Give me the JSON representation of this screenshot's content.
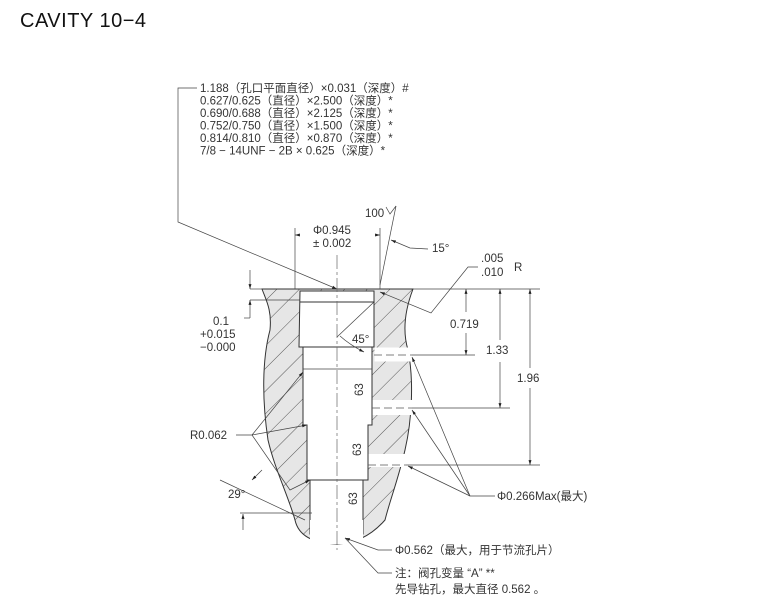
{
  "title": "CAVITY 10−4",
  "notes": [
    "1.188（孔口平面直径）×0.031（深度）#",
    "0.627/0.625（直径）×2.500（深度）*",
    "0.690/0.688（直径）×2.125（深度）*",
    "0.752/0.750（直径）×1.500（深度）*",
    "0.814/0.810（直径）×0.870（深度）*",
    "7/8 − 14UNF − 2B × 0.625（深度）*"
  ],
  "dims": {
    "surface_finish_top": "100",
    "angle_15": "15°",
    "dia_0945": "Φ0.945",
    "tol_0945": "± 0.002",
    "radius_a": ".005",
    "radius_b": ".010",
    "radius_r": "R",
    "depth_01": "0.1",
    "depth_01_plus": "+0.015",
    "depth_01_minus": "−0.000",
    "d_0719": "0.719",
    "d_133": "1.33",
    "d_196": "1.96",
    "angle_45": "45°",
    "finish_63": "63",
    "r_0062": "R0.062",
    "angle_29": "29°",
    "dia_0266": "Φ0.266Max(最大)",
    "dia_0562": "Φ0.562（最大，用于节流孔片）",
    "note_a": "注：阀孔变量 “A” **",
    "note_b": "先导钻孔，最大直径 0.562 。"
  }
}
